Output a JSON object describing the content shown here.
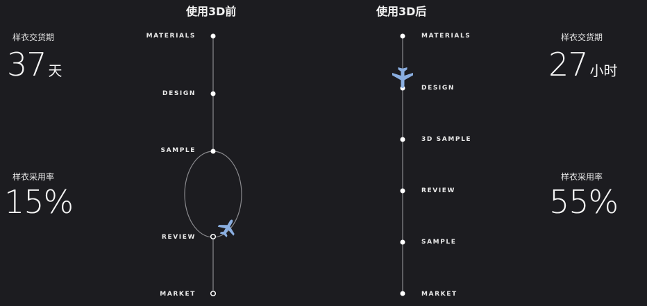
{
  "before": {
    "title": "使用3D前",
    "steps": [
      "MATERIALS",
      "DESIGN",
      "SAMPLE",
      "REVIEW",
      "MARKET"
    ],
    "lead_time_label": "样衣交货期",
    "lead_time_value": "37",
    "lead_time_unit": "天",
    "adoption_label": "样衣采用率",
    "adoption_value": "15%"
  },
  "after": {
    "title": "使用3D后",
    "steps": [
      "MATERIALS",
      "DESIGN",
      "3D SAMPLE",
      "REVIEW",
      "SAMPLE",
      "MARKET"
    ],
    "lead_time_label": "样衣交货期",
    "lead_time_value": "27",
    "lead_time_unit": "小时",
    "adoption_label": "样衣采用率",
    "adoption_value": "55%"
  },
  "colors": {
    "background": "#1c1c20",
    "line": "#8a8a8e",
    "node": "#ffffff",
    "plane": "#8aaee0"
  },
  "icons": [
    "airplane-icon",
    "airplane-icon"
  ]
}
